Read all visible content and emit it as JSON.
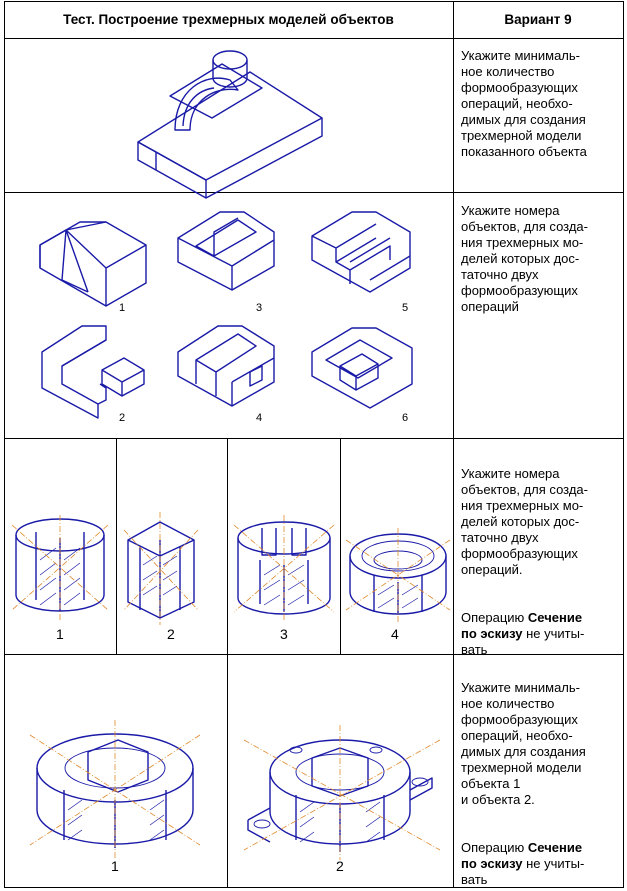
{
  "header": {
    "title": "Тест. Построение трехмерных моделей объектов",
    "variant": "Вариант 9"
  },
  "questions": [
    {
      "text": "Укажите минималь-\nное количество\nформообразующих\nопераций, необхо-\nдимых для создания\nтрехмерной модели\nпоказанного объекта"
    },
    {
      "text": "Укажите номера\nобъектов, для созда-\nния трехмерных мо-\nделей которых дос-\nтаточно двух\nформообразующих\nопераций",
      "labels": [
        "1",
        "3",
        "5",
        "2",
        "4",
        "6"
      ]
    },
    {
      "text": "Укажите номера\nобъектов, для созда-\nния трехмерных мо-\nделей которых дос-\nтаточно двух\nформообразующих\nопераций.",
      "note_prefix": "Операцию ",
      "note_bold": "Сечение\nпо эскизу",
      "note_suffix": " не учиты-\nвать",
      "labels": [
        "1",
        "2",
        "3",
        "4"
      ]
    },
    {
      "text": "Укажите минималь-\nное количество\nформообразующих\nопераций, необхо-\nдимых для создания\nтрехмерной модели\nобъекта 1\nи объекта 2.",
      "note_prefix": "Операцию ",
      "note_bold": "Сечение\nпо эскизу",
      "note_suffix": " не учиты-\nвать",
      "labels": [
        "1",
        "2"
      ]
    }
  ]
}
